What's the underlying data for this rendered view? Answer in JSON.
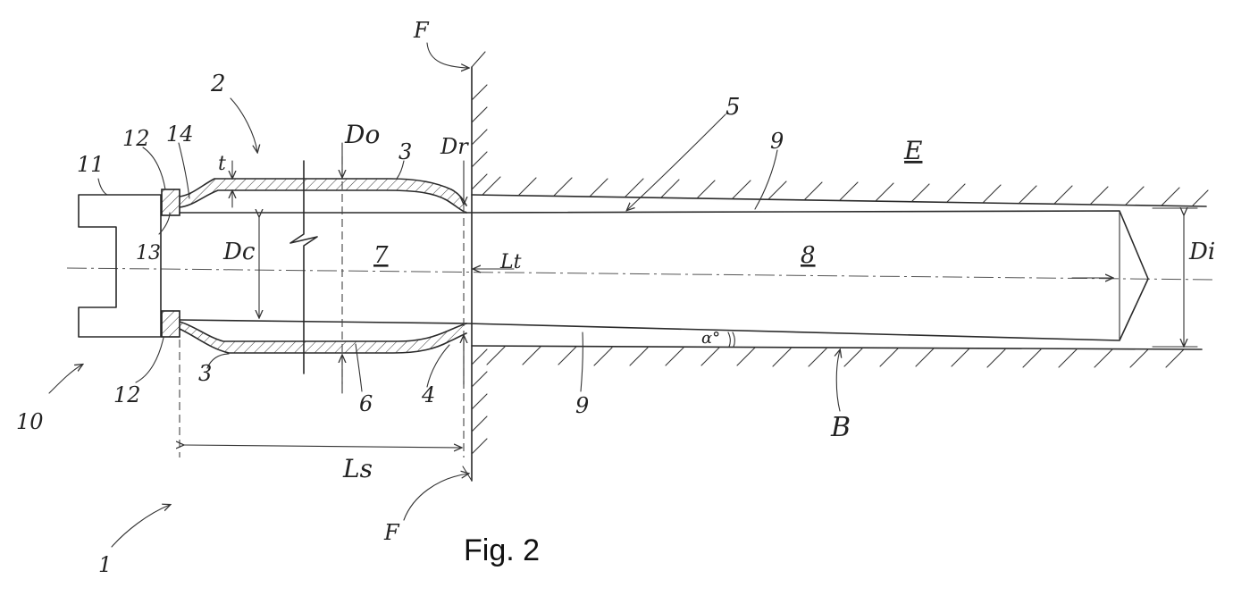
{
  "figure": {
    "caption": "Fig. 2",
    "labels": {
      "assembly": "1",
      "component": "2",
      "wall": "3",
      "tip": "4",
      "bore_surface": "5",
      "inner_surface": "6",
      "cavity": "7",
      "bore": "8",
      "bore_wall": "9",
      "tool": "10",
      "tool_shaft": "11",
      "seal": "12",
      "seal_face": "13",
      "shoulder": "14",
      "outer_diameter": "Do",
      "tip_diameter": "Dr",
      "cavity_diameter": "Dc",
      "bore_diameter": "Di",
      "thickness": "t",
      "insertion_length": "Lt",
      "sleeve_length": "Ls",
      "taper_angle": "α°",
      "body": "B",
      "environment": "E",
      "flange_top": "F",
      "flange_bottom": "F"
    }
  }
}
